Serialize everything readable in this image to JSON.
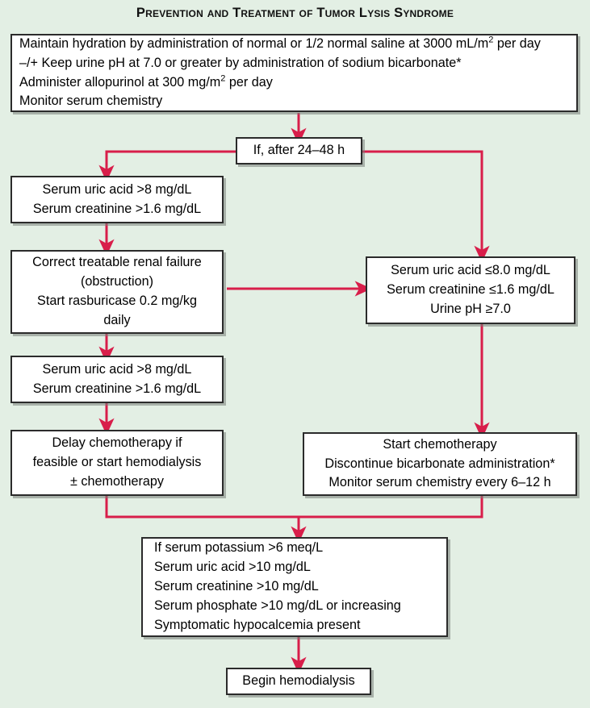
{
  "title": "Prevention and Treatment of Tumor Lysis Syndrome",
  "colors": {
    "background": "#e3efe4",
    "box_fill": "#ffffff",
    "box_border": "#2b2b2b",
    "arrow": "#d81e4a",
    "text": "#000000"
  },
  "nodes": {
    "initial_management": {
      "name": "initial-management",
      "align": "left",
      "lines": [
        "Maintain hydration by administration of normal or 1/2 normal saline at 3000 mL/m^2 per day",
        "–/+ Keep urine pH at 7.0 or greater by administration of sodium bicarbonate*",
        "Administer allopurinol at 300 mg/m^2 per day",
        "Monitor serum chemistry"
      ]
    },
    "timepoint": {
      "name": "timepoint-decision",
      "align": "center",
      "lines": [
        "If, after 24–48 h"
      ]
    },
    "abnormal_labs_1": {
      "name": "abnormal-labs-first",
      "align": "center",
      "lines": [
        "Serum uric acid >8 mg/dL",
        "Serum creatinine >1.6 mg/dL"
      ]
    },
    "correct_renal": {
      "name": "correct-renal-failure",
      "align": "center",
      "lines": [
        "Correct treatable renal failure",
        "(obstruction)",
        "Start rasburicase 0.2 mg/kg",
        "daily"
      ]
    },
    "abnormal_labs_2": {
      "name": "abnormal-labs-second",
      "align": "center",
      "lines": [
        "Serum uric acid >8 mg/dL",
        "Serum creatinine >1.6 mg/dL"
      ]
    },
    "normal_labs": {
      "name": "acceptable-labs",
      "align": "center",
      "lines": [
        "Serum uric acid ≤8.0 mg/dL",
        "Serum creatinine ≤1.6 mg/dL",
        "Urine pH ≥7.0"
      ]
    },
    "delay_chemo": {
      "name": "delay-chemotherapy",
      "align": "center",
      "lines": [
        "Delay chemotherapy if",
        "feasible or start hemodialysis",
        "± chemotherapy"
      ]
    },
    "start_chemo": {
      "name": "start-chemotherapy",
      "align": "center",
      "lines": [
        "Start chemotherapy",
        "Discontinue bicarbonate administration*",
        "Monitor serum chemistry every 6–12 h"
      ]
    },
    "dialysis_criteria": {
      "name": "hemodialysis-criteria",
      "align": "left",
      "lines": [
        "If serum potassium >6 meq/L",
        "Serum uric acid >10 mg/dL",
        "Serum creatinine >10 mg/dL",
        "Serum phosphate >10 mg/dL or increasing",
        "Symptomatic hypocalcemia present"
      ]
    },
    "begin_dialysis": {
      "name": "begin-hemodialysis",
      "align": "center",
      "lines": [
        "Begin hemodialysis"
      ]
    }
  }
}
